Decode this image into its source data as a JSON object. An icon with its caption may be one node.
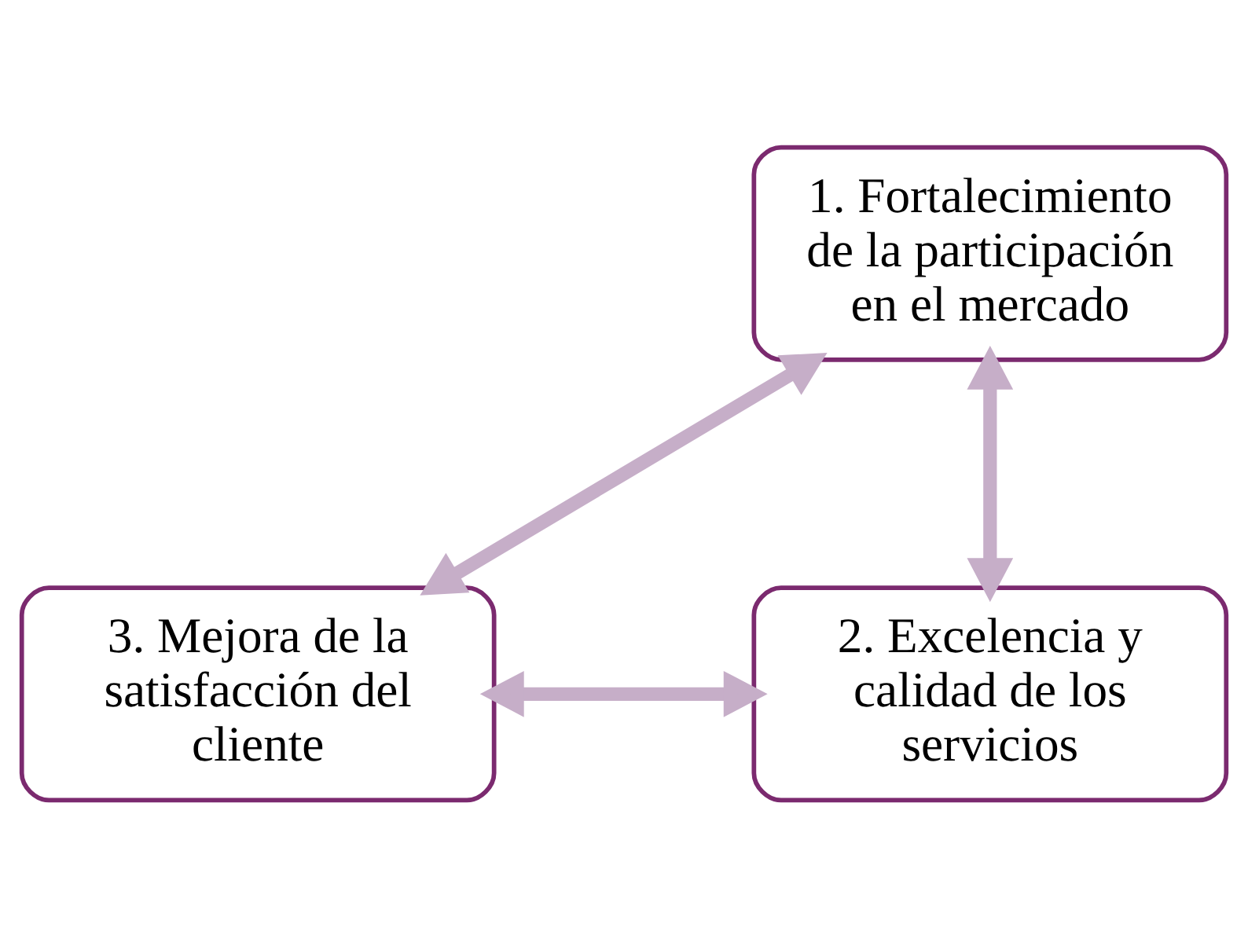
{
  "diagram": {
    "nodes": [
      {
        "text": [
          "1. Fortalecimiento de la participación en el mercado"
        ]
      },
      {
        "text": [
          "2. Excelencia y calidad de los servicios"
        ]
      },
      {
        "text": [
          "3. Mejora de la satisfacción del cliente"
        ]
      }
    ],
    "edges": [
      {
        "from": 0,
        "to": 1,
        "arrow": "both"
      },
      {
        "from": 1,
        "to": 2,
        "arrow": "both"
      },
      {
        "from": 2,
        "to": 0,
        "arrow": "both"
      }
    ]
  }
}
